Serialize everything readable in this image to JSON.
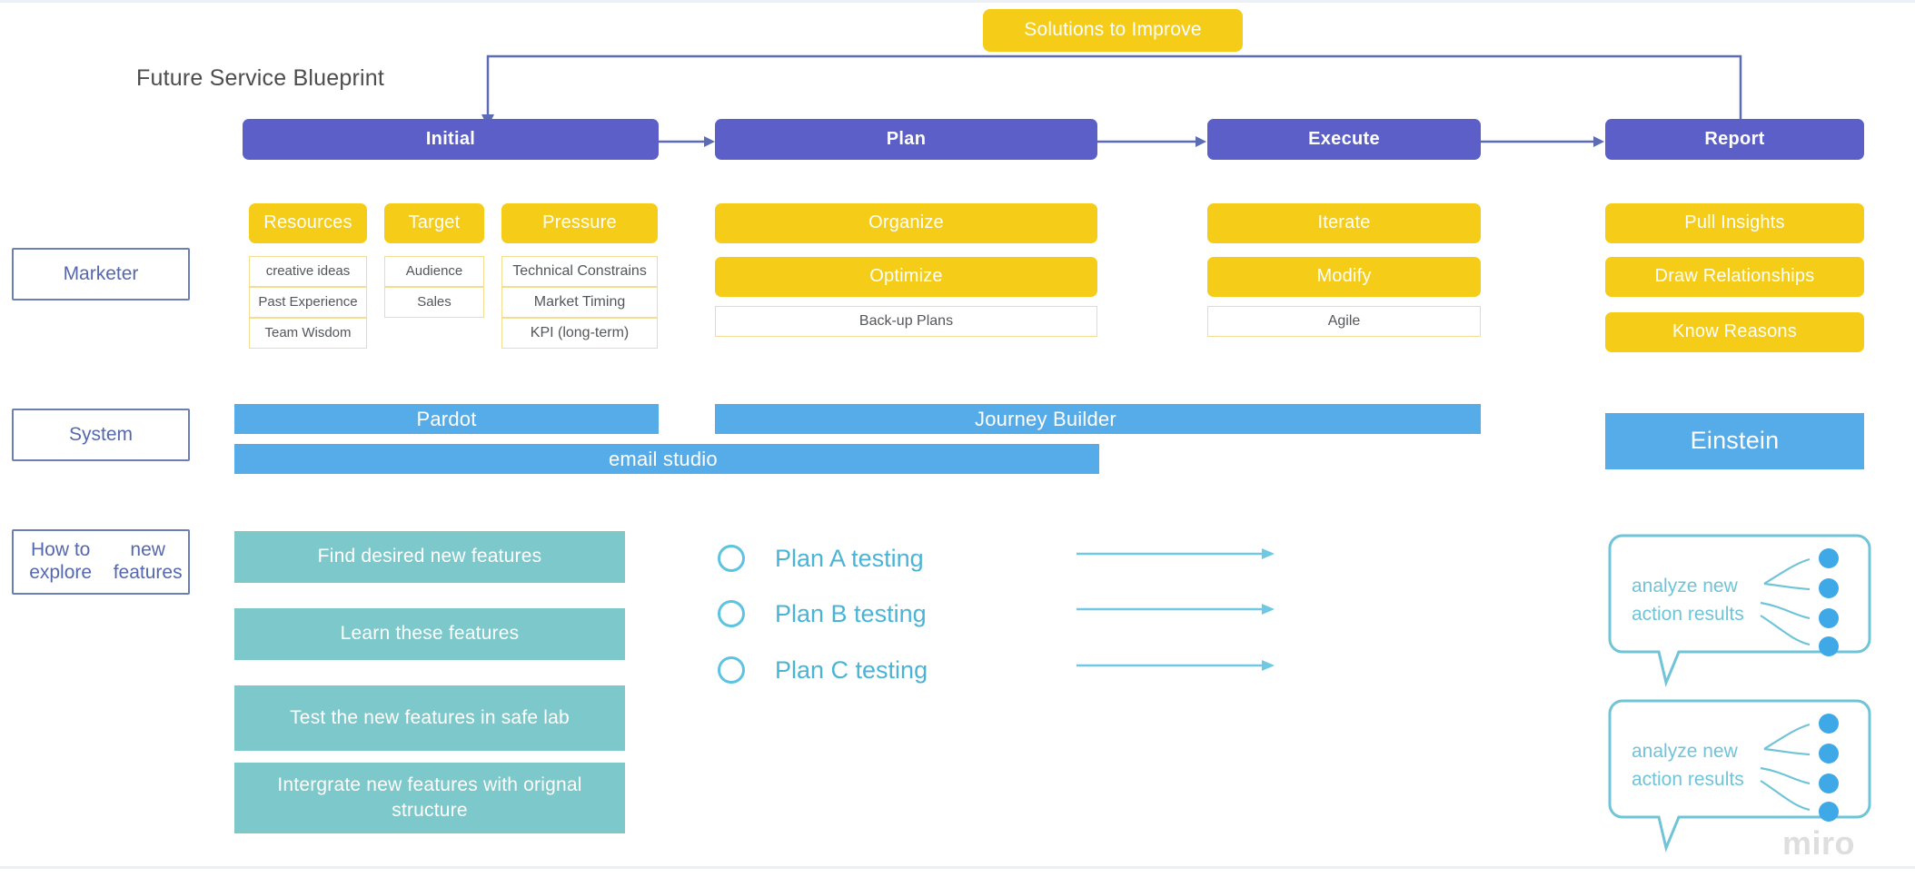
{
  "board": {
    "title": "Future Service Blueprint",
    "watermark": "miro",
    "colors": {
      "phase": "#5b5fc7",
      "accent_yellow": "#f5cc18",
      "system_blue": "#56ace8",
      "teal": "#7cc8ca",
      "label_border": "#6b7fb5",
      "connector": "#5b6bb5"
    }
  },
  "solutions_pill": {
    "label": "Solutions to Improve"
  },
  "phases": [
    {
      "label": "Initial"
    },
    {
      "label": "Plan"
    },
    {
      "label": "Execute"
    },
    {
      "label": "Report"
    }
  ],
  "rows": [
    {
      "label": "Marketer"
    },
    {
      "label": "System"
    },
    {
      "label": "How to explore\nnew features"
    }
  ],
  "marketer": {
    "initial": {
      "groups": [
        {
          "header": "Resources",
          "items": [
            "creative ideas",
            "Past Experience",
            "Team Wisdom"
          ]
        },
        {
          "header": "Target",
          "items": [
            "Audience",
            "Sales"
          ]
        },
        {
          "header": "Pressure",
          "items": [
            "Technical Constrains",
            "Market Timing",
            "KPI (long-term)"
          ]
        }
      ]
    },
    "plan": {
      "actions": [
        "Organize",
        "Optimize"
      ],
      "items": [
        "Back-up Plans"
      ]
    },
    "execute": {
      "actions": [
        "Iterate",
        "Modify"
      ],
      "items": [
        "Agile"
      ]
    },
    "report": {
      "actions": [
        "Pull Insights",
        "Draw Relationships",
        "Know Reasons"
      ],
      "items": []
    }
  },
  "system": {
    "bars": [
      {
        "label": "Pardot"
      },
      {
        "label": "Journey Builder"
      },
      {
        "label": "email studio"
      },
      {
        "label": "Einstein"
      }
    ]
  },
  "explore": {
    "steps": [
      "Find desired new features",
      "Learn these features",
      "Test the new features in safe lab",
      "Intergrate new features with orignal structure"
    ],
    "plans": [
      {
        "label": "Plan A testing"
      },
      {
        "label": "Plan B testing"
      },
      {
        "label": "Plan C testing"
      }
    ],
    "bubbles": [
      {
        "line1": "analyze new",
        "line2": "action results",
        "dots": 4
      },
      {
        "line1": "analyze new",
        "line2": "action results",
        "dots": 4
      }
    ]
  }
}
